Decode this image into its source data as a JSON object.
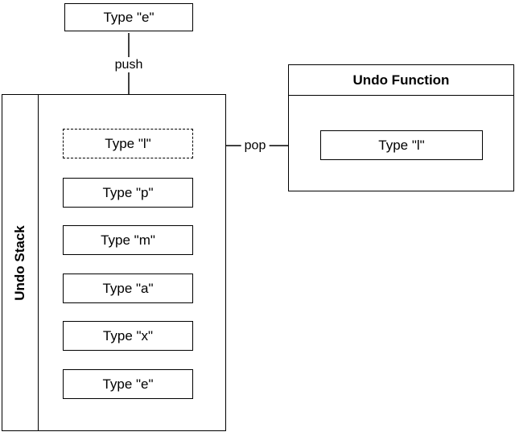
{
  "colors": {
    "border": "#000000",
    "background": "#ffffff",
    "text": "#000000"
  },
  "input_box": {
    "label": "Type \"e\""
  },
  "edges": {
    "push_label": "push",
    "pop_label": "pop"
  },
  "stack": {
    "title": "Undo Stack",
    "items": [
      {
        "label": "Type \"l\"",
        "style": "dashed"
      },
      {
        "label": "Type \"p\"",
        "style": "solid"
      },
      {
        "label": "Type \"m\"",
        "style": "solid"
      },
      {
        "label": "Type \"a\"",
        "style": "solid"
      },
      {
        "label": "Type \"x\"",
        "style": "solid"
      },
      {
        "label": "Type \"e\"",
        "style": "solid"
      }
    ]
  },
  "function": {
    "title": "Undo Function",
    "items": [
      {
        "label": "Type \"l\""
      }
    ]
  }
}
